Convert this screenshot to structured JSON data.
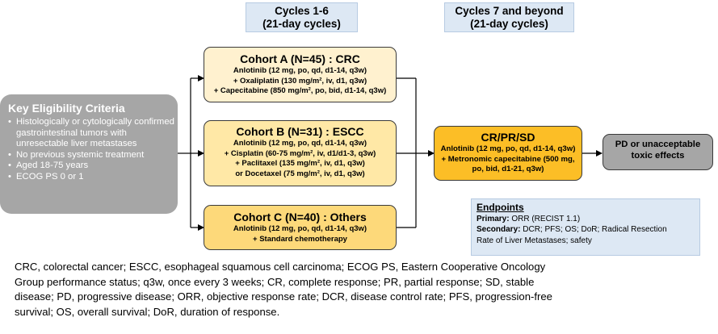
{
  "headers": {
    "cycles_1_6": [
      "Cycles 1-6",
      "(21-day cycles)"
    ],
    "cycles_7": [
      "Cycles 7 and beyond",
      "(21-day cycles)"
    ]
  },
  "eligibility": {
    "title": "Key Eligibility Criteria",
    "items": [
      "Histologically or cytologically confirmed gastrointestinal tumors with unresectable liver metastases",
      "No previous systemic treatment",
      "Aged 18-75 years",
      "ECOG PS 0 or 1"
    ]
  },
  "cohorts": [
    {
      "title": "Cohort A (N=45) : CRC",
      "lines": [
        "Anlotinib (12 mg, po, qd, d1-14, q3w)",
        "+ Oxaliplatin (130 mg/m², iv, d1, q3w)",
        "+ Capecitabine (850 mg/m², po, bid, d1-14, q3w)"
      ]
    },
    {
      "title": "Cohort B (N=31) : ESCC",
      "lines": [
        "Anlotinib (12 mg, po, qd, d1-14, q3w)",
        "+ Cisplatin (60-75 mg/m², iv, d1/d1-3, q3w)",
        "+ Paclitaxel (135 mg/m², iv, d1, q3w)",
        "or Docetaxel (75 mg/m², iv, d1, q3w)"
      ]
    },
    {
      "title": "Cohort C (N=40) : Others",
      "lines": [
        "Anlotinib (12 mg, po, qd, d1-14, q3w)",
        "+ Standard chemotherapy"
      ]
    }
  ],
  "response_box": {
    "title": "CR/PR/SD",
    "lines": [
      "Anlotinib (12 mg, po, qd, d1-14, q3w)",
      "+ Metronomic capecitabine (500 mg,",
      "po, bid, d1-21, q3w)"
    ]
  },
  "pd_box": {
    "lines": [
      "PD or unacceptable",
      "toxic effects"
    ]
  },
  "endpoints": {
    "title": "Endpoints",
    "primary_label": "Primary:",
    "primary_text": " ORR (RECIST 1.1)",
    "secondary_label": "Secondary:",
    "secondary_text": " DCR; PFS; OS; DoR; Radical Resection",
    "secondary_text2": "Rate of Liver Metastases; safety"
  },
  "footnote": [
    "CRC, colorectal cancer; ESCC, esophageal squamous cell carcinoma; ECOG PS, Eastern Cooperative Oncology",
    "Group performance status; q3w, once every 3 weeks; CR, complete response; PR, partial response; SD, stable",
    "disease; PD, progressive disease; ORR, objective response rate; DCR, disease control rate; PFS, progression-free",
    "survival; OS, overall survival; DoR, duration of response."
  ]
}
